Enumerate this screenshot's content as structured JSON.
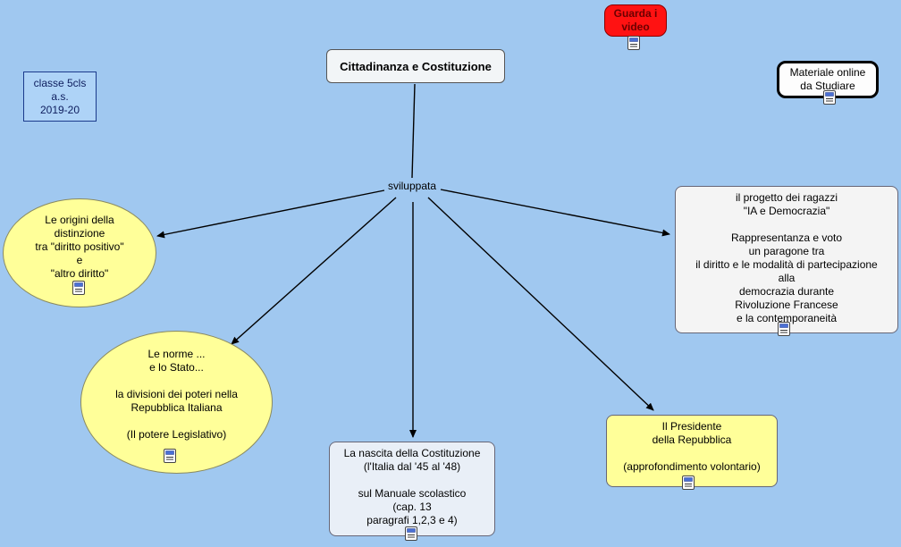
{
  "colors": {
    "background": "#a0c8f0",
    "node_yellow": "#ffff99",
    "node_light_blue_box": "#e9eff7",
    "node_light_gray_box": "#f4f4f4",
    "alert_red": "#ff1212",
    "alert_text_dark_red": "#6b0000",
    "class_box_blue": "#aed3f7"
  },
  "icons": {
    "resource": "resource-icon (small document/link button)"
  },
  "header": {
    "class_box": "classe 5cls\na.s.\n2019-20",
    "title": "Cittadinanza e Costituzione",
    "watch_videos": "Guarda i\nvideo",
    "materials": "Materiale online\nda Studiare"
  },
  "map": {
    "linking_phrase": "sviluppata",
    "nodes": {
      "origini": "Le origini della\ndistinzione\ntra \"diritto positivo\"\ne\n\"altro diritto\"",
      "norme_stato": "Le norme ...\ne lo Stato...\n\nla divisioni dei poteri nella\nRepubblica Italiana\n\n(Il potere Legislativo)",
      "nascita_costituzione": "La nascita della Costituzione\n(l'Italia dal '45 al '48)\n\nsul Manuale scolastico\n(cap. 13\nparagrafi 1,2,3 e 4)",
      "progetto_ia": "il progetto dei ragazzi\n\"IA e Democrazia\"\n\nRappresentanza e voto\nun paragone tra\nil diritto e le modalità di partecipazione\nalla\ndemocrazia durante\nRivoluzione Francese\ne la contemporaneità",
      "presidente": "Il Presidente\ndella Repubblica\n\n(approfondimento volontario)"
    }
  }
}
